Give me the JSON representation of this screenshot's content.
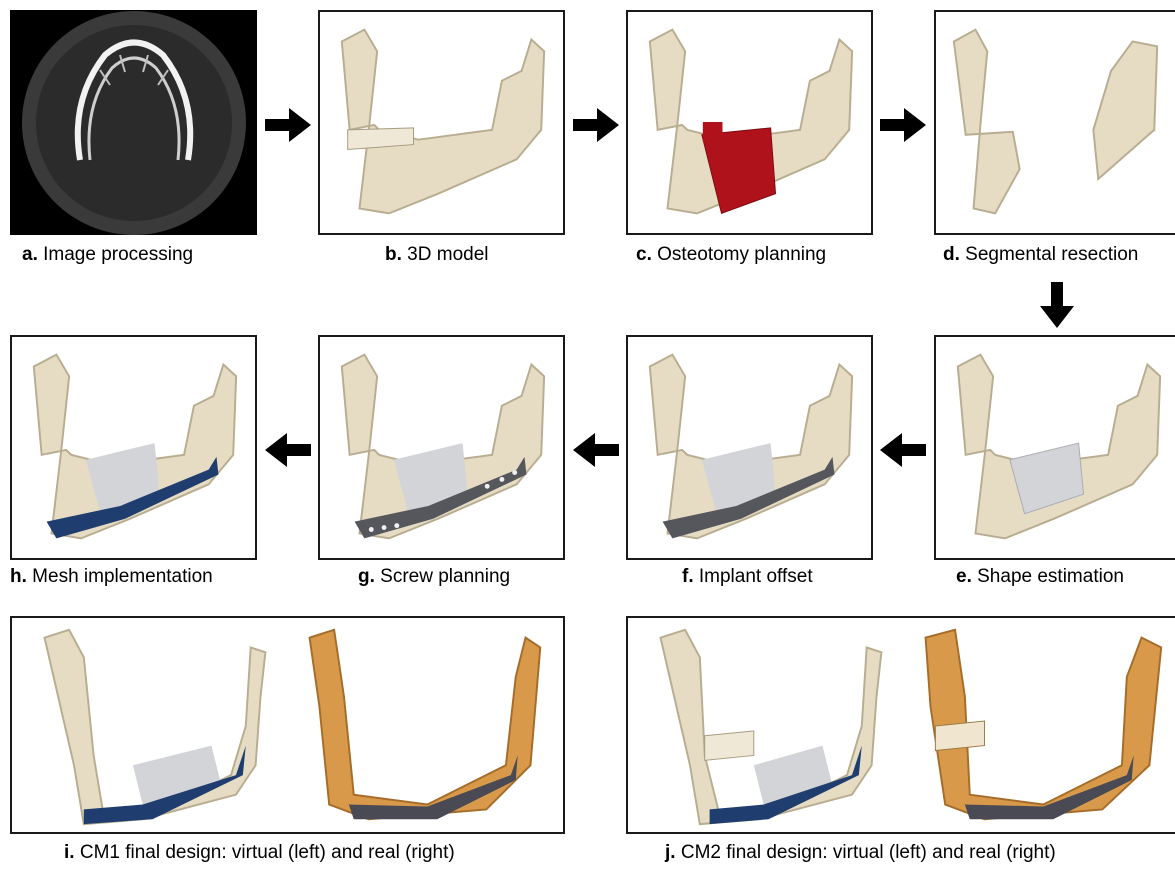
{
  "steps": {
    "a": {
      "letter": "a.",
      "text": " Image processing"
    },
    "b": {
      "letter": "b.",
      "text": " 3D model"
    },
    "c": {
      "letter": "c.",
      "text": " Osteotomy planning"
    },
    "d": {
      "letter": "d.",
      "text": " Segmental resection"
    },
    "e": {
      "letter": "e.",
      "text": " Shape estimation"
    },
    "f": {
      "letter": "f.",
      "text": " Implant offset"
    },
    "g": {
      "letter": "g.",
      "text": " Screw planning"
    },
    "h": {
      "letter": "h.",
      "text": " Mesh implementation"
    },
    "i": {
      "letter": "i.",
      "text": " CM1 final design: virtual (left) and real (right)"
    },
    "j": {
      "letter": "j.",
      "text": " CM2 final design: virtual (left) and real (right)"
    }
  },
  "colors": {
    "bone": "#e6dcc4",
    "bone_shadow": "#b9ad91",
    "resection": "#b0121b",
    "graft": "#d2d4d8",
    "implant": "#55575c",
    "mesh": "#1f3d6e",
    "real_bone": "#d89a4a",
    "real_mesh": "#4a4a55"
  }
}
